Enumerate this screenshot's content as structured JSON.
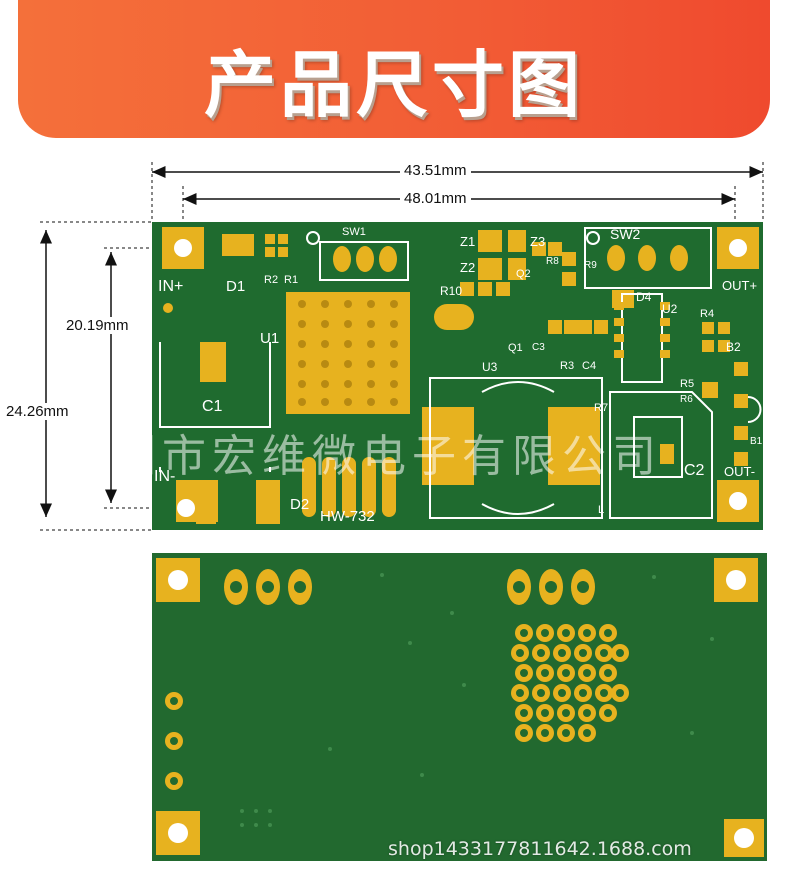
{
  "header": {
    "title": "产品尺寸图"
  },
  "dimensions": {
    "width_outer": "43.51mm",
    "width_inner": "48.01mm",
    "height_inner": "20.19mm",
    "height_outer": "24.26mm"
  },
  "silkscreen": {
    "in_plus": "IN+",
    "in_minus": "IN-",
    "out_plus": "OUT+",
    "out_minus": "OUT-",
    "sw1": "SW1",
    "sw2": "SW2",
    "d1": "D1",
    "d2": "D2",
    "d4": "D4",
    "u1": "U1",
    "u2": "U2",
    "u3": "U3",
    "c1": "C1",
    "c2": "C2",
    "c3": "C3",
    "c4": "C4",
    "r1": "R1",
    "r2": "R2",
    "r3": "R3",
    "r4": "R4",
    "r5": "R5",
    "r6": "R6",
    "r7": "R7",
    "r8": "R8",
    "r9": "R9",
    "r10": "R10",
    "z1": "Z1",
    "z2": "Z2",
    "z3": "Z3",
    "q1": "Q1",
    "q2": "Q2",
    "b1": "B1",
    "b2": "B2",
    "l": "L",
    "model": "HW-732"
  },
  "watermark": "深圳市宏维微电子有限公司",
  "shop_url": "shop1433177811642.1688.com",
  "colors": {
    "banner": "#f25c35",
    "pcb": "#1f6b2f",
    "pad": "#e7b21f",
    "silk": "#ffffff"
  }
}
